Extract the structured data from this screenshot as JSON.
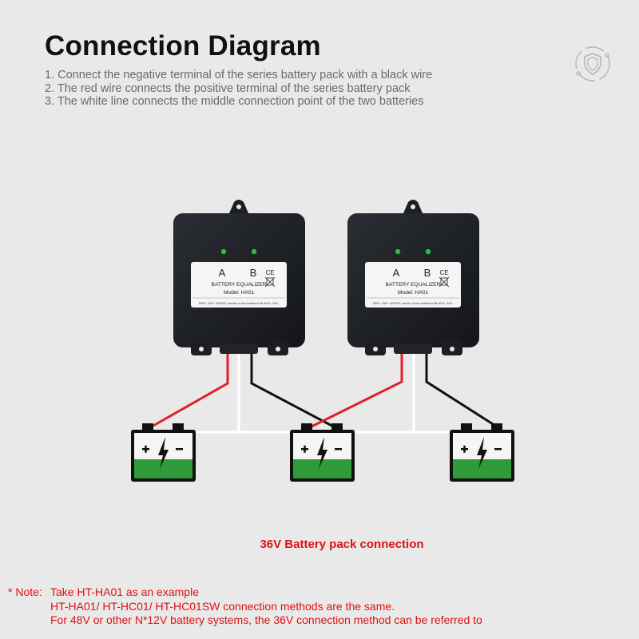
{
  "header": {
    "title": "Connection Diagram",
    "steps": [
      "1. Connect the negative terminal of the series battery pack with a black wire",
      "2. The red wire connects the positive terminal of the series battery pack",
      "3. The white line connects the middle connection point of the two batteries"
    ],
    "badge_icon": "shield-icon"
  },
  "devices": [
    {
      "terminal_a": "A",
      "terminal_b": "B",
      "name": "BATTERY EQUALIZER",
      "model": "Model: HA01",
      "spec": "RED: 24V+  WHITE: center of two batteries  BLACK: 24V-",
      "mark": "CE"
    },
    {
      "terminal_a": "A",
      "terminal_b": "B",
      "name": "BATTERY EQUALIZER",
      "model": "Model: HA01",
      "spec": "RED: 24V+  WHITE: center of two batteries  BLACK: 24V-",
      "mark": "CE"
    }
  ],
  "batteries": [
    {
      "icon": "battery-icon",
      "plus": "+",
      "minus": "-"
    },
    {
      "icon": "battery-icon",
      "plus": "+",
      "minus": "-"
    },
    {
      "icon": "battery-icon",
      "plus": "+",
      "minus": "-"
    }
  ],
  "caption": "36V Battery pack connection",
  "note": {
    "prefix": "* Note:",
    "lines": [
      "Take HT-HA01 as an example",
      "HT-HA01/ HT-HC01/ HT-HC01SW connection methods are the same.",
      "For 48V or other N*12V battery systems, the 36V connection method can be referred to"
    ]
  },
  "colors": {
    "wire_red": "#e0202a",
    "wire_white": "#ffffff",
    "wire_black": "#111111",
    "battery_green": "#2f9a3a",
    "text_red": "#e01010"
  }
}
